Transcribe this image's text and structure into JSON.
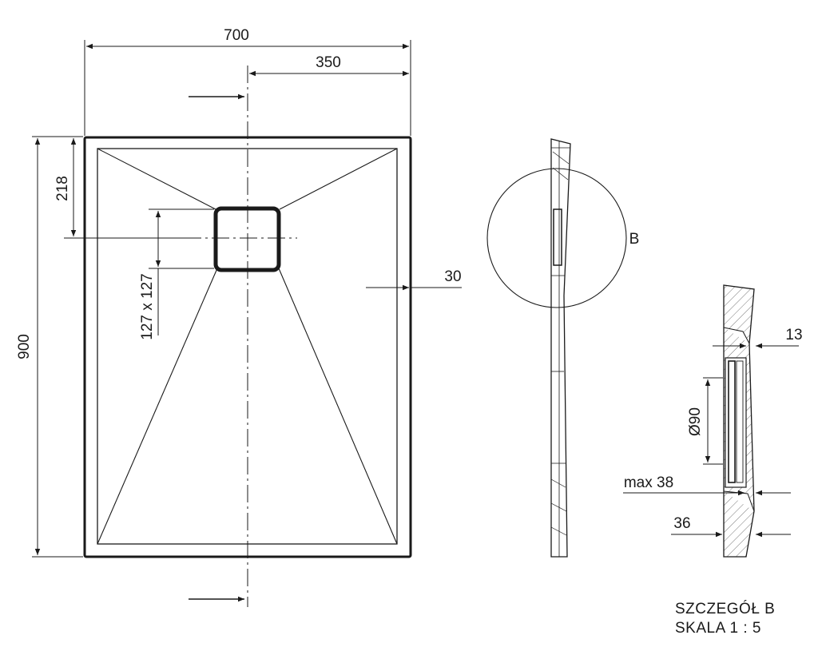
{
  "drawing": {
    "dimensions": {
      "width": "700",
      "half_width": "350",
      "height": "900",
      "drain_offset": "218",
      "drain_size": "127 x 127",
      "rim": "30",
      "rim_thickness": "13",
      "drain_diameter": "Ø90",
      "max_height": "max 38",
      "tray_height": "36"
    },
    "detail_marker": "B",
    "detail_title": "SZCZEGÓŁ B",
    "detail_scale": "SKALA 1 : 5"
  }
}
